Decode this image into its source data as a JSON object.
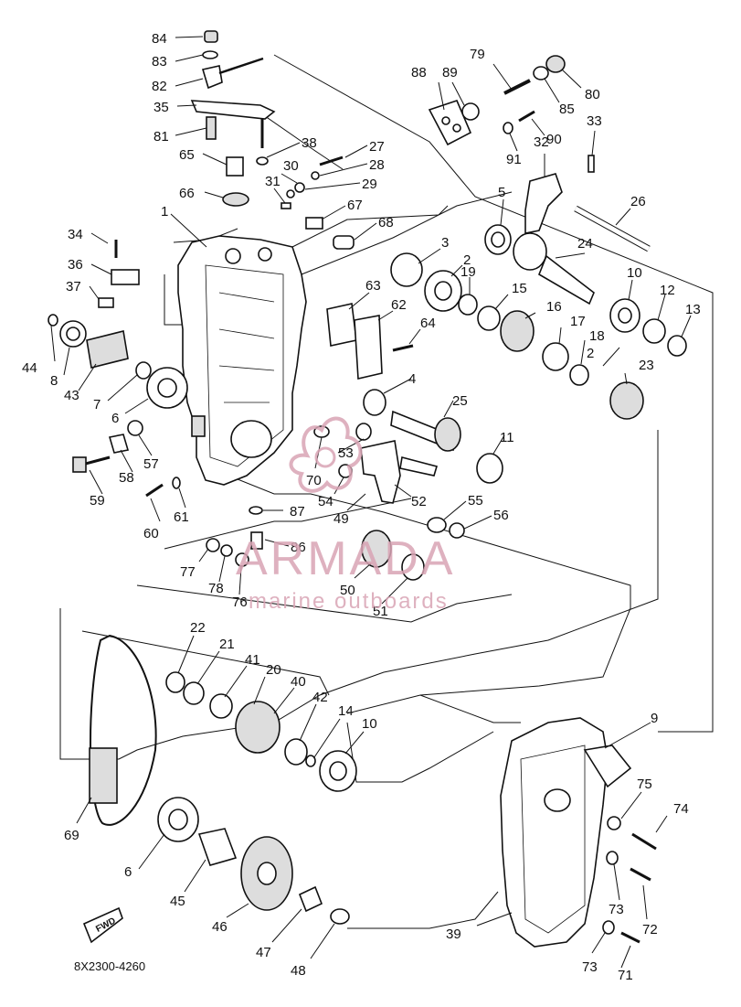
{
  "diagram": {
    "drawing_code": "8X2300-4260",
    "forward_label": "FWD",
    "watermark": {
      "title": "ARMADA",
      "subtitle": "marine outboards",
      "color": "#d9a4b5"
    },
    "part_numbers": [
      "84",
      "83",
      "82",
      "35",
      "81",
      "65",
      "66",
      "38",
      "27",
      "28",
      "30",
      "29",
      "31",
      "67",
      "68",
      "1",
      "34",
      "36",
      "37",
      "44",
      "8",
      "43",
      "7",
      "6",
      "57",
      "58",
      "59",
      "60",
      "61",
      "88",
      "89",
      "79",
      "85",
      "80",
      "90",
      "91",
      "32",
      "33",
      "26",
      "5",
      "3",
      "2",
      "19",
      "15",
      "16",
      "17",
      "18",
      "24",
      "10",
      "12",
      "13",
      "23",
      "63",
      "62",
      "64",
      "4",
      "25",
      "11",
      "53",
      "70",
      "54",
      "52",
      "49",
      "55",
      "56",
      "87",
      "86",
      "77",
      "78",
      "76",
      "50",
      "51",
      "22",
      "21",
      "41",
      "20",
      "40",
      "42",
      "14",
      "69",
      "45",
      "46",
      "47",
      "48",
      "9",
      "75",
      "74",
      "73",
      "72",
      "71",
      "39"
    ]
  }
}
